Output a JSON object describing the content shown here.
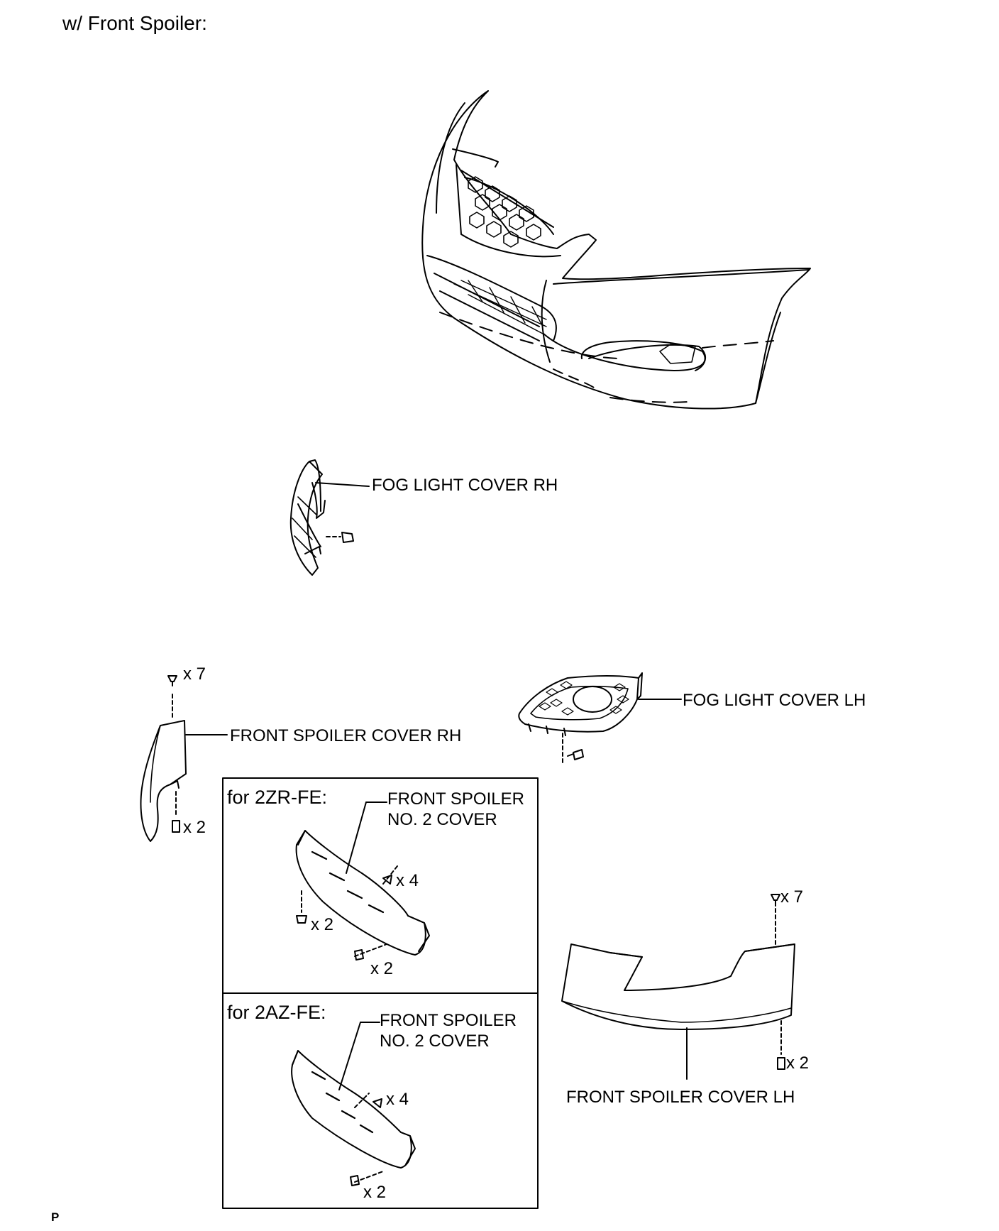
{
  "heading": "w/ Front Spoiler:",
  "footer_code": "P",
  "labels": {
    "fog_rh": "FOG LIGHT COVER RH",
    "fog_lh": "FOG LIGHT COVER LH",
    "spoiler_rh": "FRONT SPOILER COVER RH",
    "spoiler_lh": "FRONT SPOILER COVER LH",
    "no2_line1": "FRONT SPOILER",
    "no2_line2": "NO. 2 COVER"
  },
  "variants": [
    {
      "title": "for 2ZR-FE:"
    },
    {
      "title": "for 2AZ-FE:"
    }
  ],
  "quantities": {
    "rh_top": "x 7",
    "rh_bottom": "x 2",
    "lh_top": "x 7",
    "lh_bottom": "x 2",
    "zr_clip": "x 4",
    "zr_screw": "x 2",
    "zr_bolt": "x 2",
    "az_clip": "x 4",
    "az_bolt": "x 2"
  },
  "colors": {
    "line": "#000000",
    "background": "#ffffff"
  }
}
